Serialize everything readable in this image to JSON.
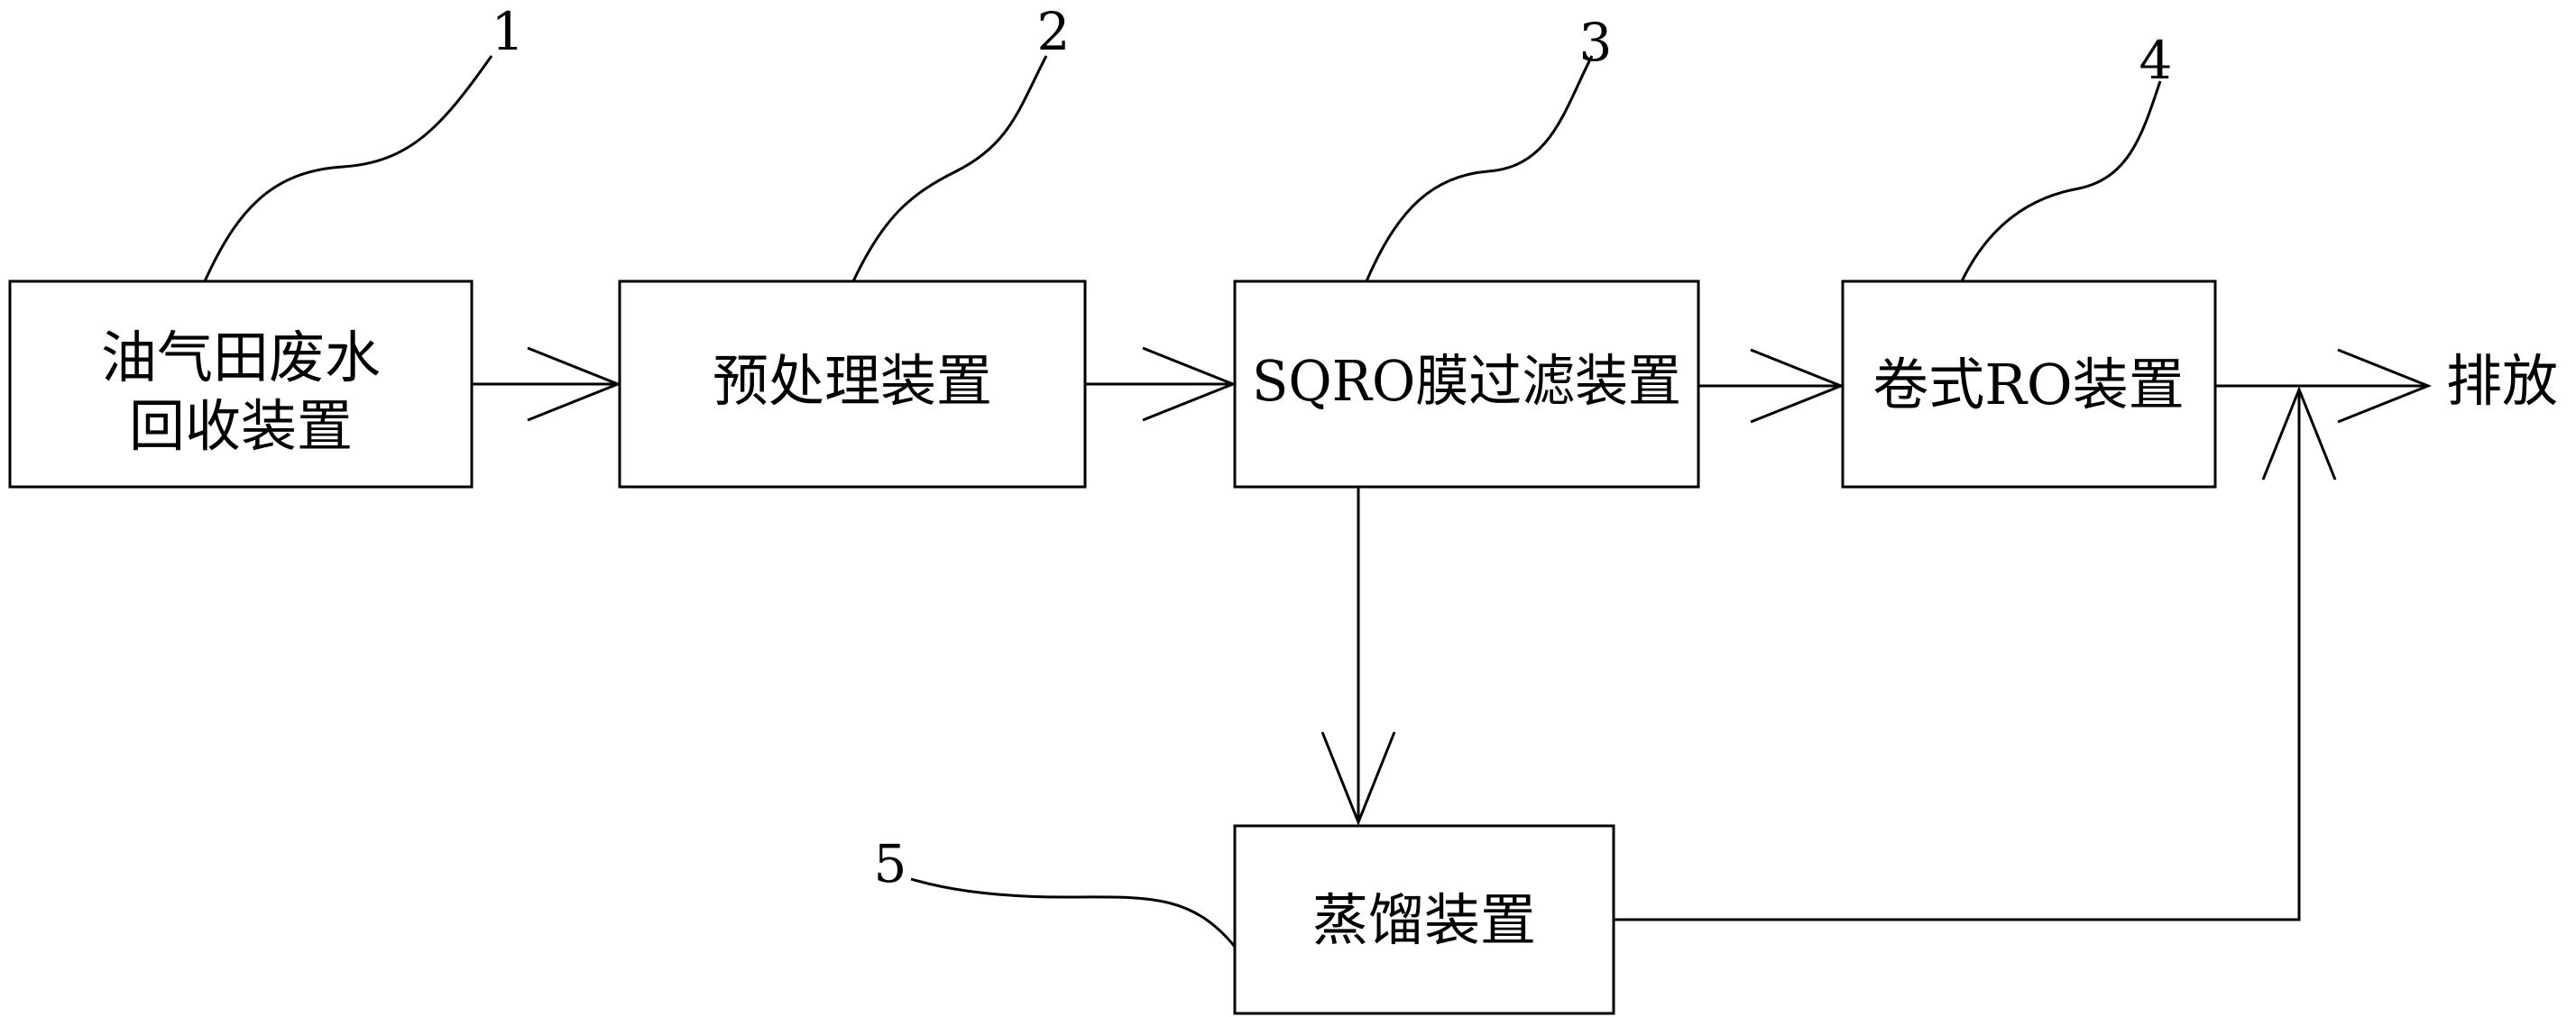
{
  "nodes": {
    "recovery": {
      "ref": "1",
      "line1": "油气田废水",
      "line2": "回收装置"
    },
    "pretreatment": {
      "ref": "2",
      "label": "预处理装置"
    },
    "sqro": {
      "ref": "3",
      "label": "SQRO膜过滤装置"
    },
    "spiral_ro": {
      "ref": "4",
      "label": "卷式RO装置"
    },
    "distillation": {
      "ref": "5",
      "label": "蒸馏装置"
    }
  },
  "outlet": {
    "label": "排放"
  },
  "colors": {
    "line": "#000000",
    "background": "#ffffff"
  }
}
